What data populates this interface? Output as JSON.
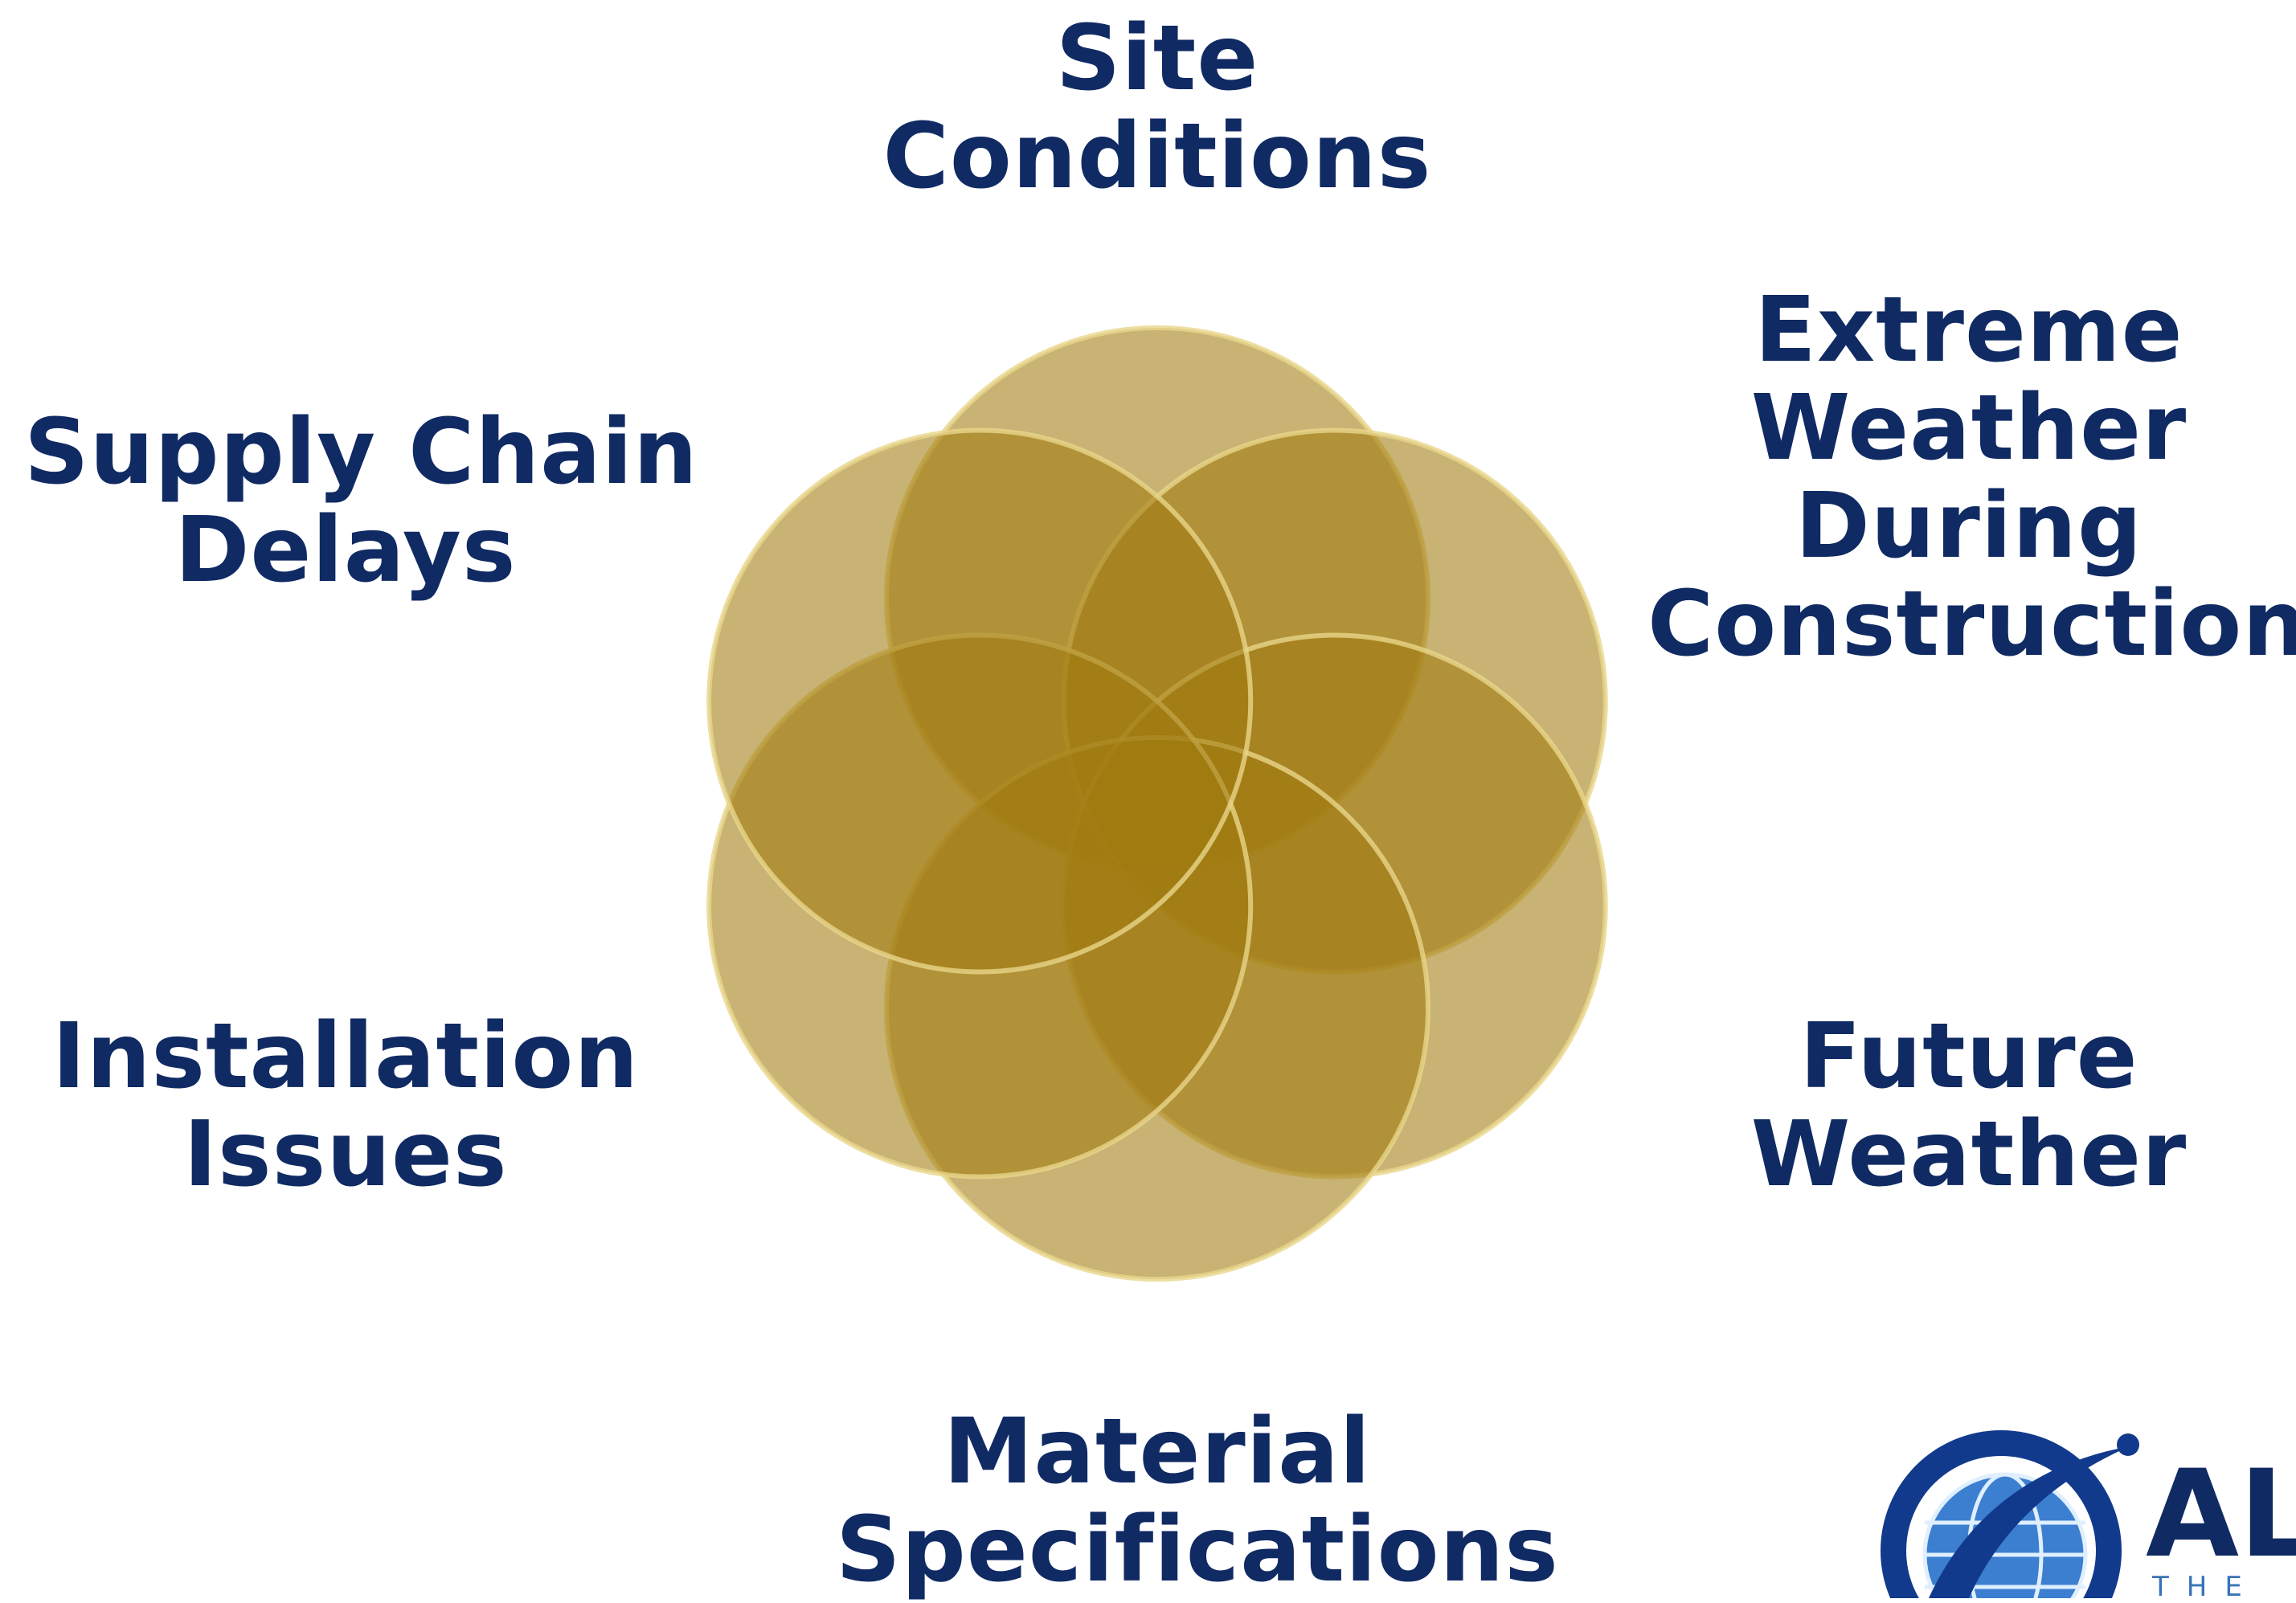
{
  "labels": {
    "top": [
      "Site",
      "Conditions"
    ],
    "upper_right": [
      "Extreme",
      "Weather",
      "During",
      "Construction"
    ],
    "upper_left": [
      "Supply Chain",
      "Delays"
    ],
    "lower_left": [
      "Installation",
      "Issues"
    ],
    "lower_right": [
      "Future",
      "Weather"
    ],
    "bottom": [
      "Material",
      "Specifications"
    ]
  },
  "logo": {
    "text": "AL",
    "subtext": "THE"
  },
  "colors": {
    "label_text": "#102a63",
    "circle_fill": "#a07b10",
    "circle_edge": "#e8d68a"
  }
}
